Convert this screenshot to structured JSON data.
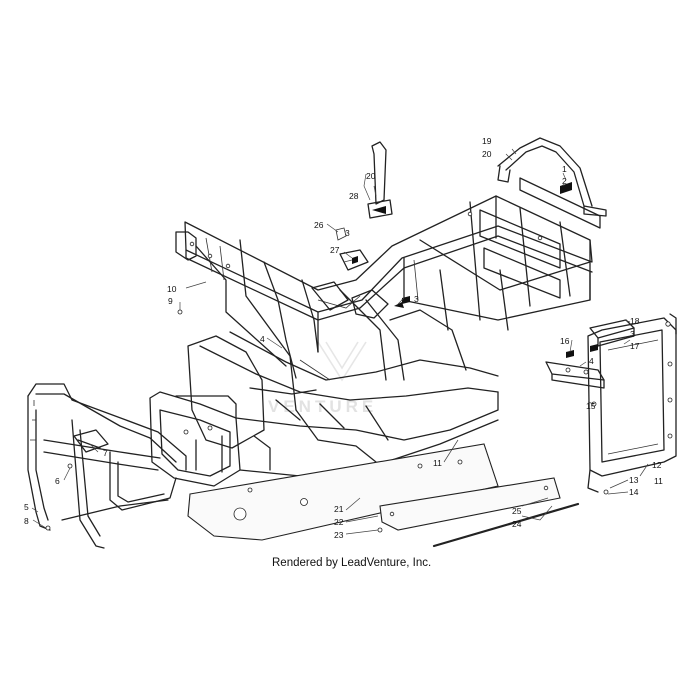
{
  "caption": "Rendered by LeadVenture, Inc.",
  "watermark": "VENTURE",
  "callouts": [
    {
      "id": "c1",
      "label": "1"
    },
    {
      "id": "c2",
      "label": "2"
    },
    {
      "id": "c3a",
      "label": "3"
    },
    {
      "id": "c3b",
      "label": "3"
    },
    {
      "id": "c3c",
      "label": "3"
    },
    {
      "id": "c4a",
      "label": "4"
    },
    {
      "id": "c4b",
      "label": "4"
    },
    {
      "id": "c5",
      "label": "5"
    },
    {
      "id": "c6",
      "label": "6"
    },
    {
      "id": "c7",
      "label": "7"
    },
    {
      "id": "c8",
      "label": "8"
    },
    {
      "id": "c9",
      "label": "9"
    },
    {
      "id": "c10",
      "label": "10"
    },
    {
      "id": "c11a",
      "label": "11"
    },
    {
      "id": "c11b",
      "label": "11"
    },
    {
      "id": "c12",
      "label": "12"
    },
    {
      "id": "c13",
      "label": "13"
    },
    {
      "id": "c14",
      "label": "14"
    },
    {
      "id": "c15",
      "label": "15"
    },
    {
      "id": "c16",
      "label": "16"
    },
    {
      "id": "c17",
      "label": "17"
    },
    {
      "id": "c18",
      "label": "18"
    },
    {
      "id": "c19",
      "label": "19"
    },
    {
      "id": "c20a",
      "label": "20"
    },
    {
      "id": "c20b",
      "label": "20"
    },
    {
      "id": "c21",
      "label": "21"
    },
    {
      "id": "c22",
      "label": "22"
    },
    {
      "id": "c23",
      "label": "23"
    },
    {
      "id": "c24",
      "label": "24"
    },
    {
      "id": "c25",
      "label": "25"
    },
    {
      "id": "c26",
      "label": "26"
    },
    {
      "id": "c27",
      "label": "27"
    },
    {
      "id": "c28",
      "label": "28"
    }
  ]
}
